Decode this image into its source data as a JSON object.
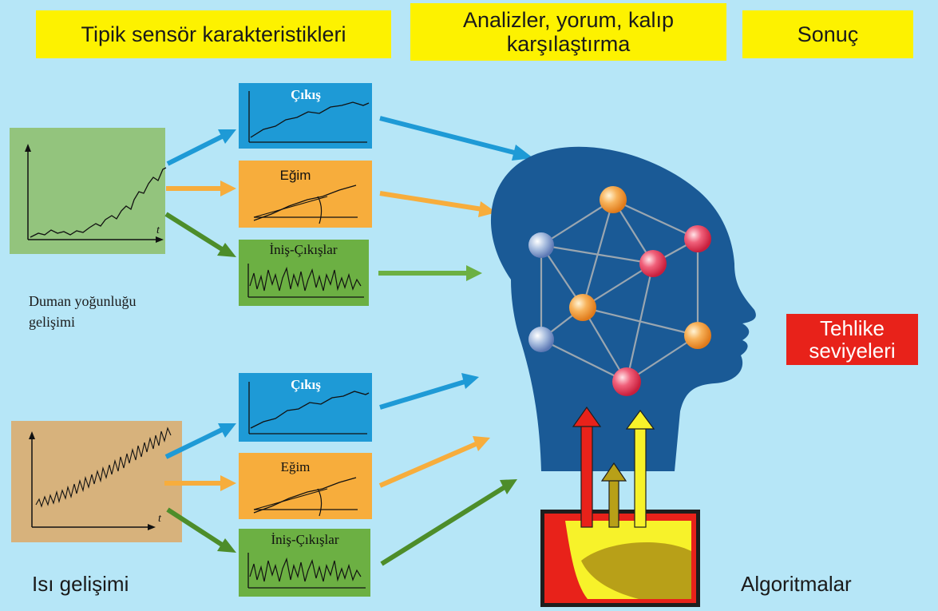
{
  "headers": {
    "characteristics": "Tipik sensör karakteristikleri",
    "analysis_line1": "Analizler, yorum, kalıp",
    "analysis_line2": "karşılaştırma",
    "result": "Sonuç"
  },
  "smoke": {
    "label_line1": "Duman yoğunluğu",
    "label_line2": "gelişimi",
    "axis_t": "t",
    "boxes": {
      "output": "Çıkış",
      "slope": "Eğim",
      "fluctuations": "İniş-Çıkışlar"
    }
  },
  "heat": {
    "label": "Isı gelişimi",
    "axis_t": "t",
    "boxes": {
      "output": "Çıkış",
      "slope": "Eğim",
      "fluctuations": "İniş-Çıkışlar"
    }
  },
  "result": {
    "danger_line1": "Tehlike",
    "danger_line2": "seviyeleri"
  },
  "algorithms": {
    "label": "Algoritmalar"
  },
  "colors": {
    "background": "#b6e6f7",
    "header": "#fdf200",
    "output_box": "#1e9ad6",
    "slope_box": "#f7ad3c",
    "fluctuation_box": "#6cb043",
    "smoke_chart": "#93c47d",
    "heat_chart": "#d7b27c",
    "head": "#1a5a96",
    "danger": "#e8221a"
  }
}
